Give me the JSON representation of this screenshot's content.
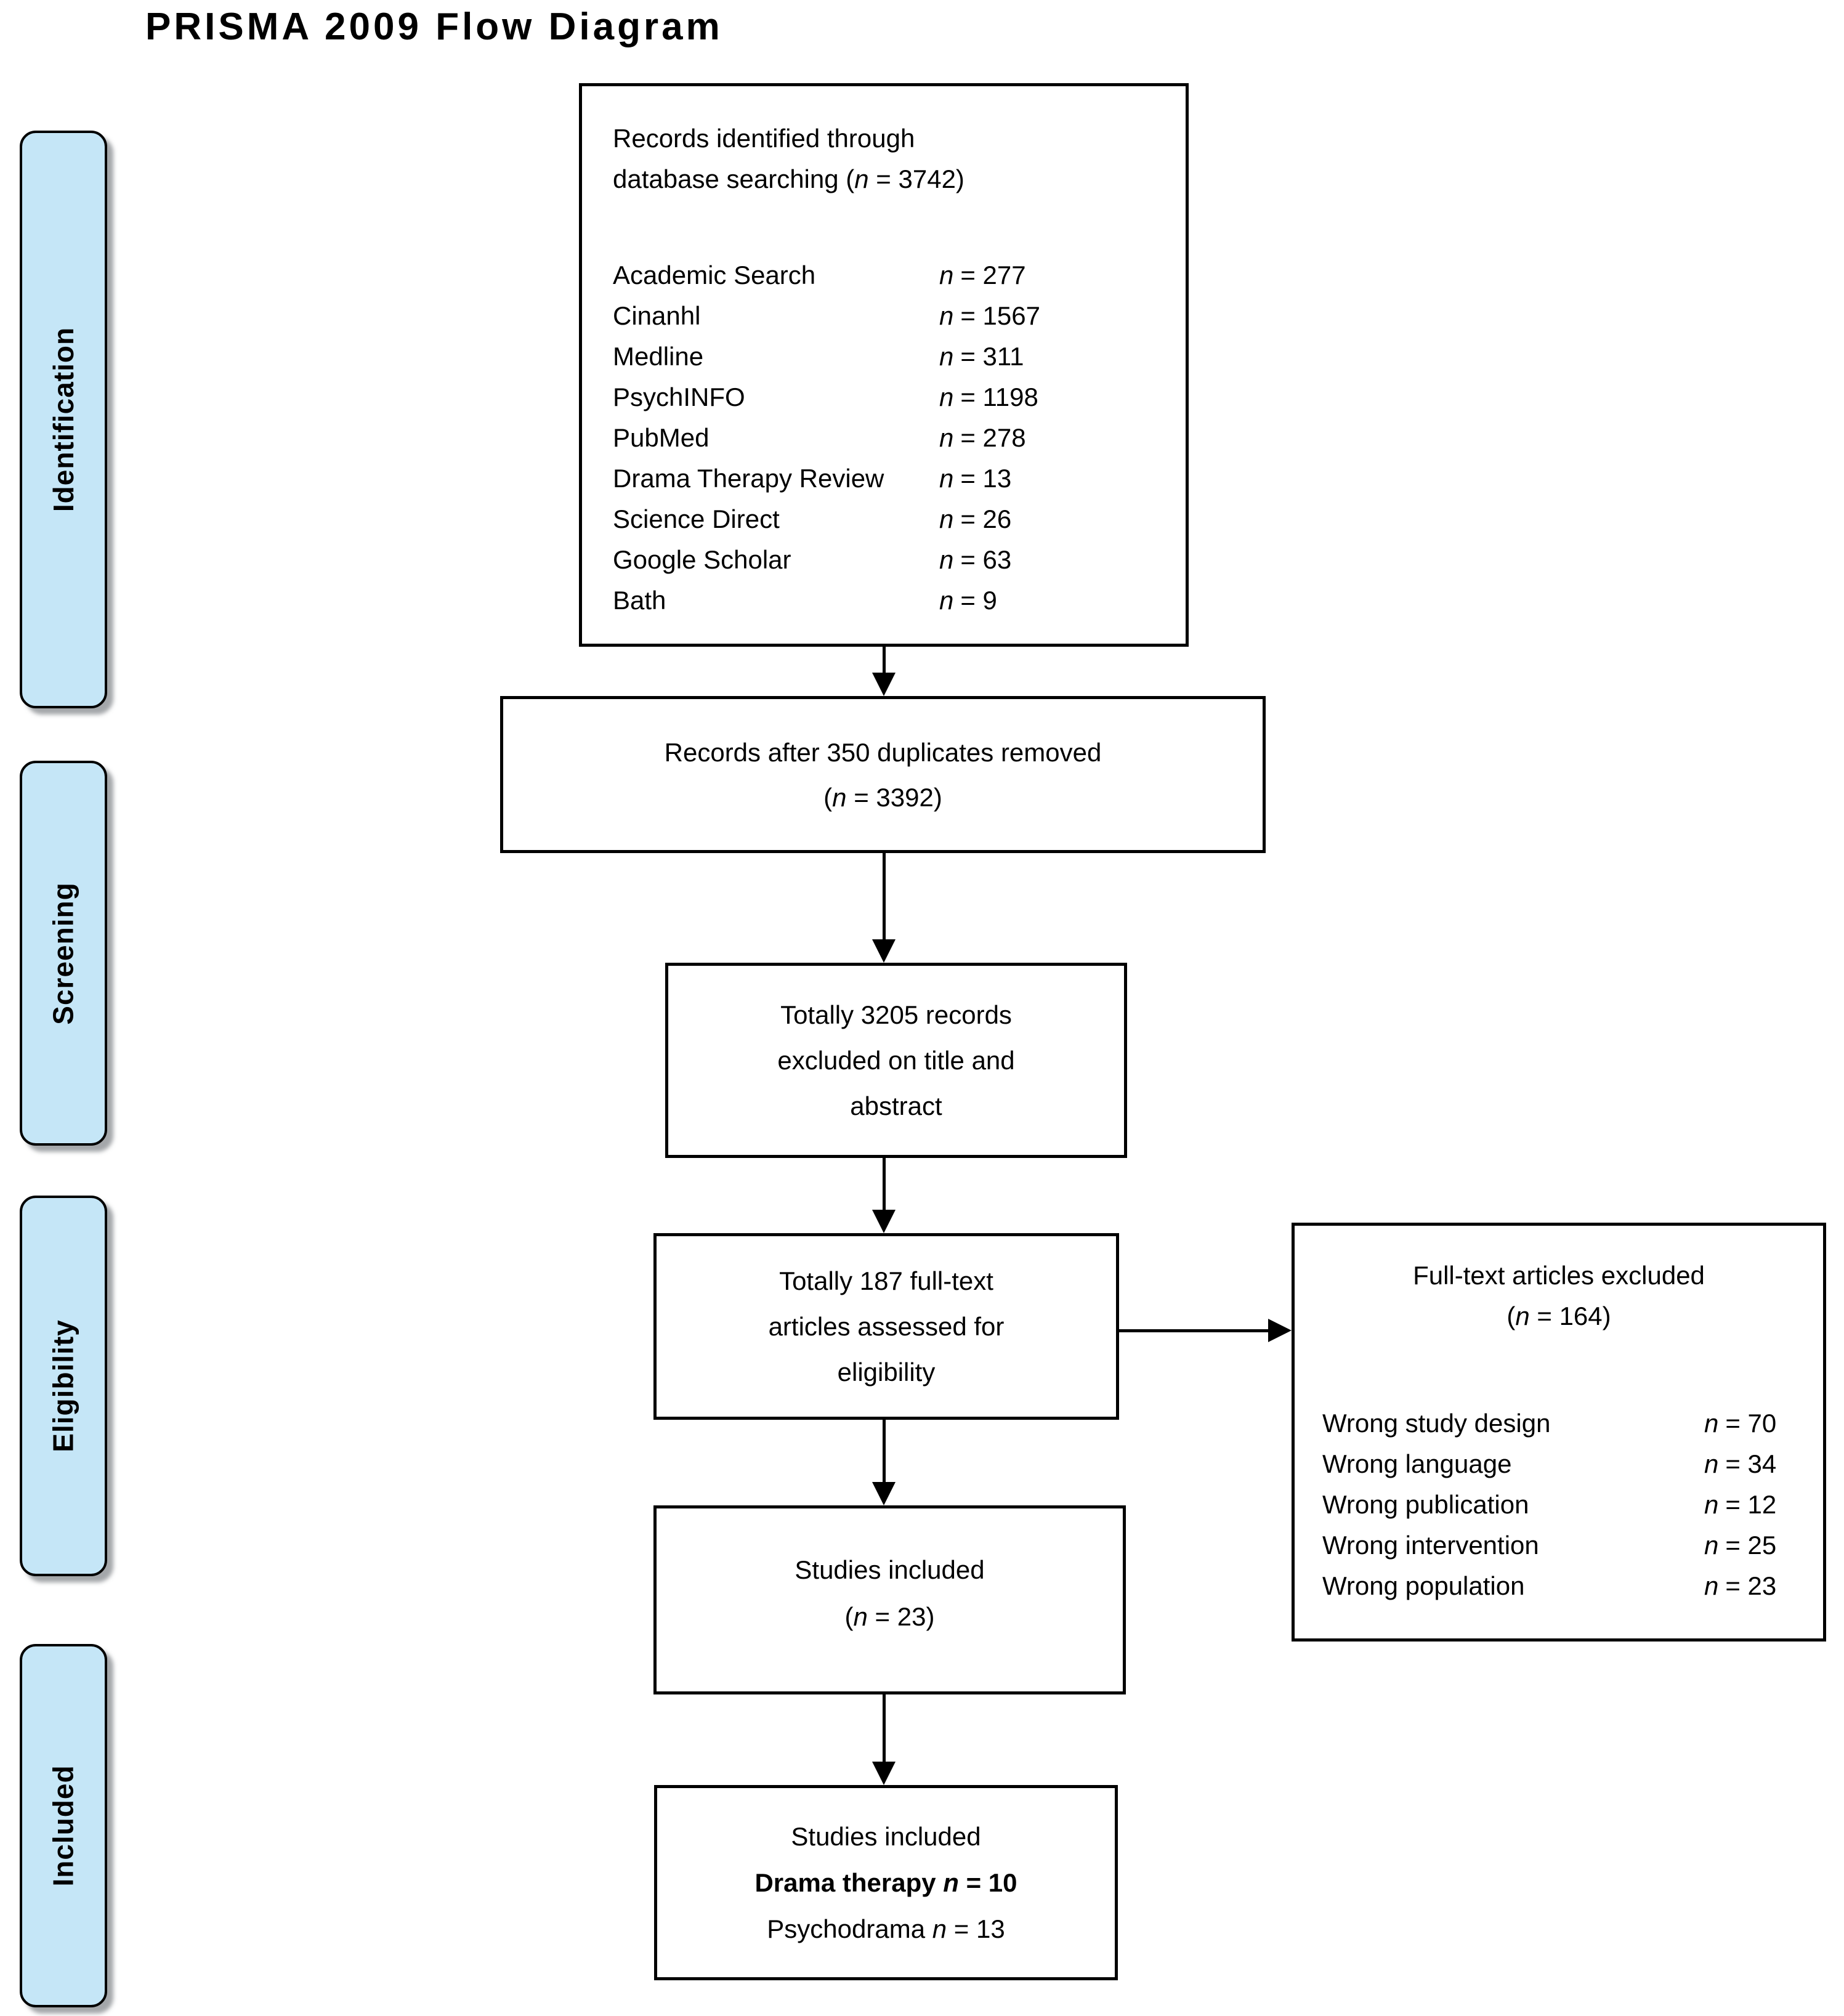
{
  "title": "PRISMA 2009 Flow Diagram",
  "symbols": {
    "n": "n"
  },
  "colors": {
    "stage_fill": "#c5e6f7",
    "box_border": "#000000",
    "arrow": "#000000",
    "background": "#ffffff",
    "text": "#000000"
  },
  "stages": [
    {
      "label": "Identification"
    },
    {
      "label": "Screening"
    },
    {
      "label": "Eligibility"
    },
    {
      "label": "Included"
    }
  ],
  "boxes": {
    "records_identified": {
      "heading_line1": "Records identified through",
      "heading_line2_prefix": "database searching (",
      "heading_line2_suffix": " = 3742)",
      "sources": [
        {
          "label": "Academic Search",
          "value": "= 277"
        },
        {
          "label": "Cinanhl",
          "value": "= 1567"
        },
        {
          "label": "Medline",
          "value": "= 311"
        },
        {
          "label": "PsychINFO",
          "value": "= 1198"
        },
        {
          "label": "PubMed",
          "value": "= 278"
        },
        {
          "label": "Drama Therapy Review",
          "value": "= 13"
        },
        {
          "label": "Science Direct",
          "value": "= 26"
        },
        {
          "label": "Google Scholar",
          "value": "= 63"
        },
        {
          "label": "Bath",
          "value": "= 9"
        }
      ]
    },
    "duplicates_removed": {
      "line1": "Records after 350 duplicates removed",
      "line2_prefix": "(",
      "line2_suffix": " = 3392)"
    },
    "records_excluded": {
      "line1": "Totally 3205 records",
      "line2": "excluded on title and",
      "line3": "abstract"
    },
    "fulltext_assessed": {
      "line1": "Totally 187 full-text",
      "line2": "articles assessed for",
      "line3": "eligibility"
    },
    "fulltext_excluded": {
      "heading_line1": "Full-text articles excluded",
      "heading_line2_prefix": "(",
      "heading_line2_suffix": " = 164)",
      "reasons": [
        {
          "label": "Wrong study design",
          "value": "= 70"
        },
        {
          "label": "Wrong language",
          "value": "= 34"
        },
        {
          "label": "Wrong publication",
          "value": "= 12"
        },
        {
          "label": "Wrong intervention",
          "value": "= 25"
        },
        {
          "label": "Wrong population",
          "value": "= 23"
        }
      ]
    },
    "studies_included": {
      "line1": "Studies included",
      "line2_prefix": "(",
      "line2_suffix": " = 23)"
    },
    "studies_included_final": {
      "line1": "Studies included",
      "line2_prefix": "Drama therapy ",
      "line2_suffix": " = 10",
      "line3_prefix": "Psychodrama ",
      "line3_suffix": " = 13"
    }
  }
}
